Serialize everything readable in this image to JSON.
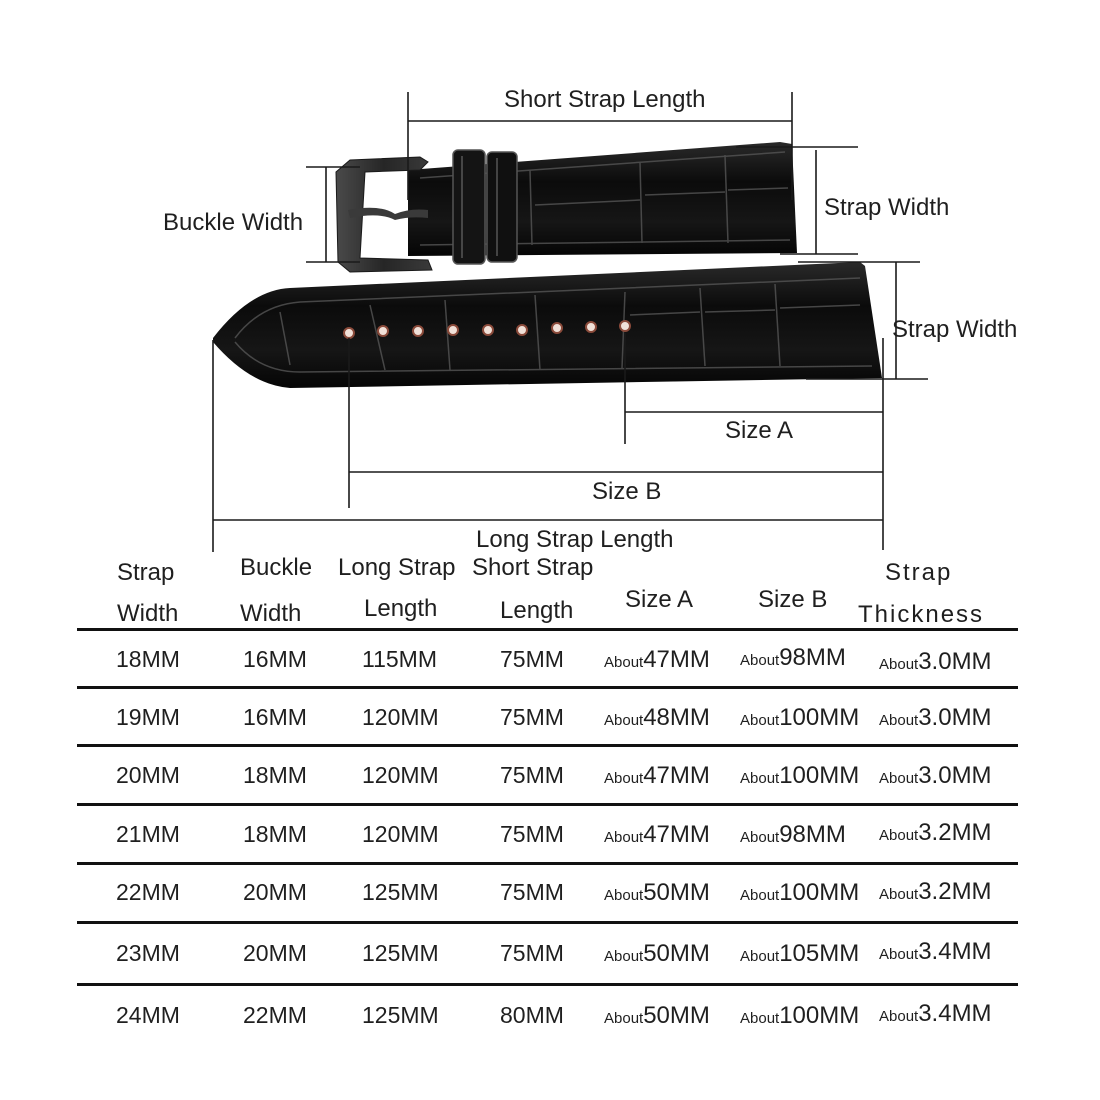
{
  "diagram": {
    "labels": {
      "short_strap_length": "Short Strap Length",
      "buckle_width": "Buckle Width",
      "strap_width_top": "Strap Width",
      "strap_width_bottom": "Strap Width",
      "size_a": "Size A",
      "size_b": "Size B",
      "long_strap_length": "Long Strap Length"
    },
    "colors": {
      "leather": "#0d0d0d",
      "leather_highlight": "#3a3a3a",
      "buckle": "#2b2b2b",
      "dimension_line": "#1a1a1a",
      "hole_rim": "#8a4a3a"
    },
    "hole_count": 9
  },
  "table": {
    "headers": [
      {
        "line1": "Strap",
        "line2": "Width"
      },
      {
        "line1": "Buckle",
        "line2": "Width"
      },
      {
        "line1": "Long Strap",
        "line2": "Length"
      },
      {
        "line1": "Short Strap",
        "line2": "Length"
      },
      {
        "line1": "Size A",
        "line2": ""
      },
      {
        "line1": "Size B",
        "line2": ""
      },
      {
        "line1": "Strap",
        "line2": "Thickness"
      }
    ],
    "about_prefix": "About",
    "rows": [
      {
        "strap_width": "18MM",
        "buckle_width": "16MM",
        "long_strap_length": "115MM",
        "short_strap_length": "75MM",
        "size_a": "47MM",
        "size_b": "98MM",
        "thickness": "3.0MM"
      },
      {
        "strap_width": "19MM",
        "buckle_width": "16MM",
        "long_strap_length": "120MM",
        "short_strap_length": "75MM",
        "size_a": "48MM",
        "size_b": "100MM",
        "thickness": "3.0MM"
      },
      {
        "strap_width": "20MM",
        "buckle_width": "18MM",
        "long_strap_length": "120MM",
        "short_strap_length": "75MM",
        "size_a": "47MM",
        "size_b": "100MM",
        "thickness": "3.0MM"
      },
      {
        "strap_width": "21MM",
        "buckle_width": "18MM",
        "long_strap_length": "120MM",
        "short_strap_length": "75MM",
        "size_a": "47MM",
        "size_b": "98MM",
        "thickness": "3.2MM"
      },
      {
        "strap_width": "22MM",
        "buckle_width": "20MM",
        "long_strap_length": "125MM",
        "short_strap_length": "75MM",
        "size_a": "50MM",
        "size_b": "100MM",
        "thickness": "3.2MM"
      },
      {
        "strap_width": "23MM",
        "buckle_width": "20MM",
        "long_strap_length": "125MM",
        "short_strap_length": "75MM",
        "size_a": "50MM",
        "size_b": "105MM",
        "thickness": "3.4MM"
      },
      {
        "strap_width": "24MM",
        "buckle_width": "22MM",
        "long_strap_length": "125MM",
        "short_strap_length": "80MM",
        "size_a": "50MM",
        "size_b": "100MM",
        "thickness": "3.4MM"
      }
    ]
  }
}
